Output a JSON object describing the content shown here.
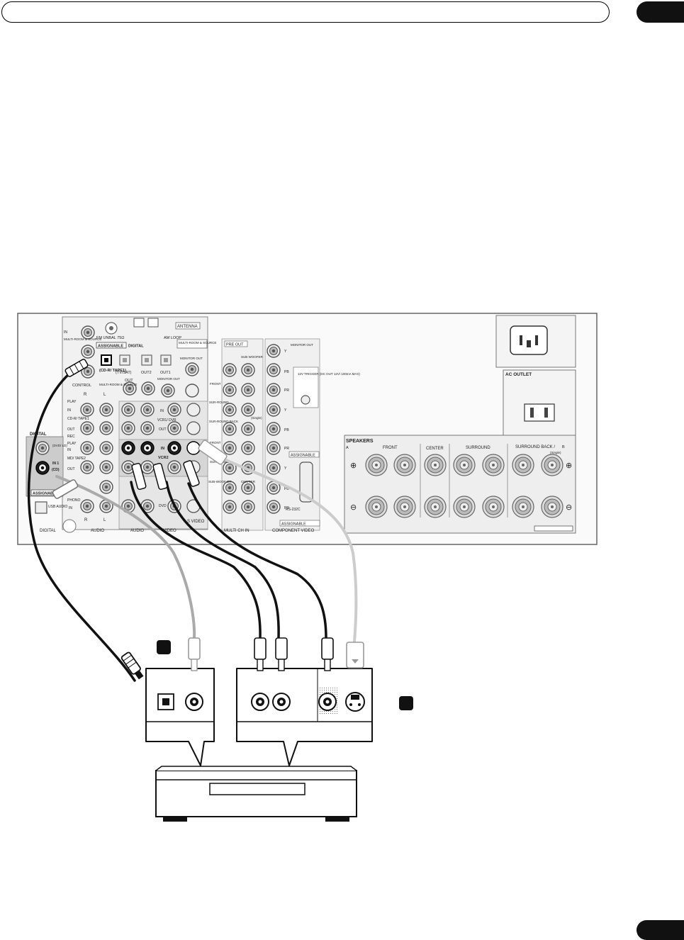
{
  "panel": {
    "antenna": "ANTENNA",
    "fm_unbal": "FM UNBAL 75Ω",
    "am_loop": "AM LOOP",
    "assignable": "ASSIGNABLE",
    "digital": "DIGITAL",
    "multiroom_source": "MULTI-ROOM & SOURCE",
    "multiroom_source_2": "MULTI-ROOM & SOURCE",
    "multiroom_small": "MULTI-ROOM & SOURCE",
    "monitor_out": "MONITOR OUT",
    "monitor_out_2": "MONITOR OUT",
    "monitor_out_comp": "MONITOR OUT",
    "cd_r_tape1": "(CD-R/ TAPE1)",
    "tv_sat": "(TV/SAT)",
    "out2": "OUT2",
    "out1": "OUT1",
    "out": "OUT",
    "r": "R",
    "l": "L",
    "control": "CONTROL",
    "in": "IN",
    "play": "PLAY",
    "rec": "REC",
    "cd_r_tape1_2": "CD-R/ TAPE1",
    "md_tape2": "MD/ TAPE2",
    "vcr1_dvr": "VCR1/ DVR",
    "vcr2": "VCR2",
    "dvd": "DVD",
    "phono": "PHONO",
    "usb_audio": "USB AUDIO",
    "digital_in_label": "DIGITAL",
    "assignable_2": "ASSIGNABLE",
    "assignable_3": "ASSIGNABLE",
    "assignable_4": "ASSIGNABLE",
    "cd": "(CD)",
    "dvd_ld": "(DVD/ LD)",
    "in1": "IN 1",
    "pre_out": "PRE OUT",
    "subwoofer": "SUB WOOFER",
    "front": "FRONT",
    "surround": "SUR-ROUND",
    "surround_back": "SUR-ROUND BACK",
    "center": "CEN-TER",
    "sub_woofer": "SUB-WOOF-ER",
    "trigger": "12V TRIGGER (DC OUT 12V/ 100mA MAX)",
    "rs232c": "RS-232C",
    "y": "Y",
    "pb": "PB",
    "pr": "PR",
    "ac_outlet": "AC OUTLET",
    "speakers": "SPEAKERS",
    "speakers_front": "FRONT",
    "speakers_center": "CENTER",
    "speakers_surround": "SURROUND",
    "speakers_surround_back": "SURROUND BACK /",
    "single": "(Single)",
    "bottom_digital": "DIGITAL",
    "bottom_audio": "AUDIO",
    "bottom_audio2": "AUDIO",
    "bottom_video": "VIDEO",
    "bottom_svideo": "S VIDEO",
    "bottom_multich": "MULTI CH IN",
    "bottom_component": "COMPONENT VIDEO",
    "a": "A",
    "b": "B"
  }
}
